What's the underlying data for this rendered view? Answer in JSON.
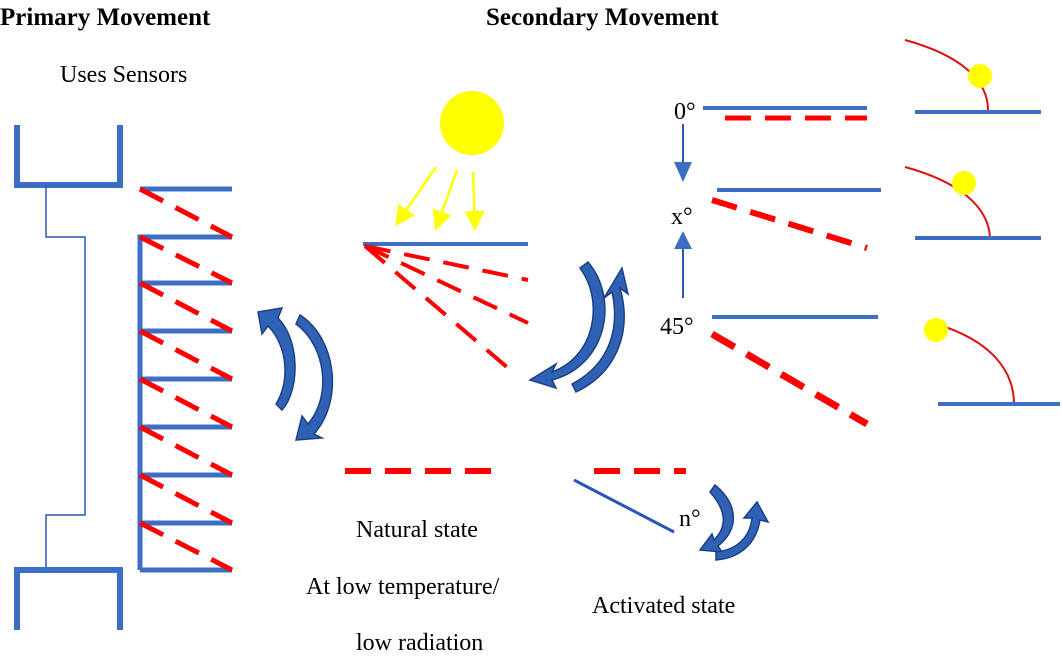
{
  "titles": {
    "primary": "Primary Movement",
    "secondary": "Secondary Movement"
  },
  "labels": {
    "uses_sensors": "Uses Sensors",
    "deg_0": "0°",
    "deg_x": "x°",
    "deg_45": "45°",
    "deg_n": "n°",
    "natural_state": "Natural state",
    "low_temp": "At low temperature/",
    "low_radiation": "low radiation",
    "activated_state": "Activated state"
  },
  "colors": {
    "structure": "#3c6ec4",
    "dashed": "#ff0000",
    "sun": "#ffff00",
    "sun_path": "#e01010",
    "rotation_arrow": "#2f62b5"
  }
}
